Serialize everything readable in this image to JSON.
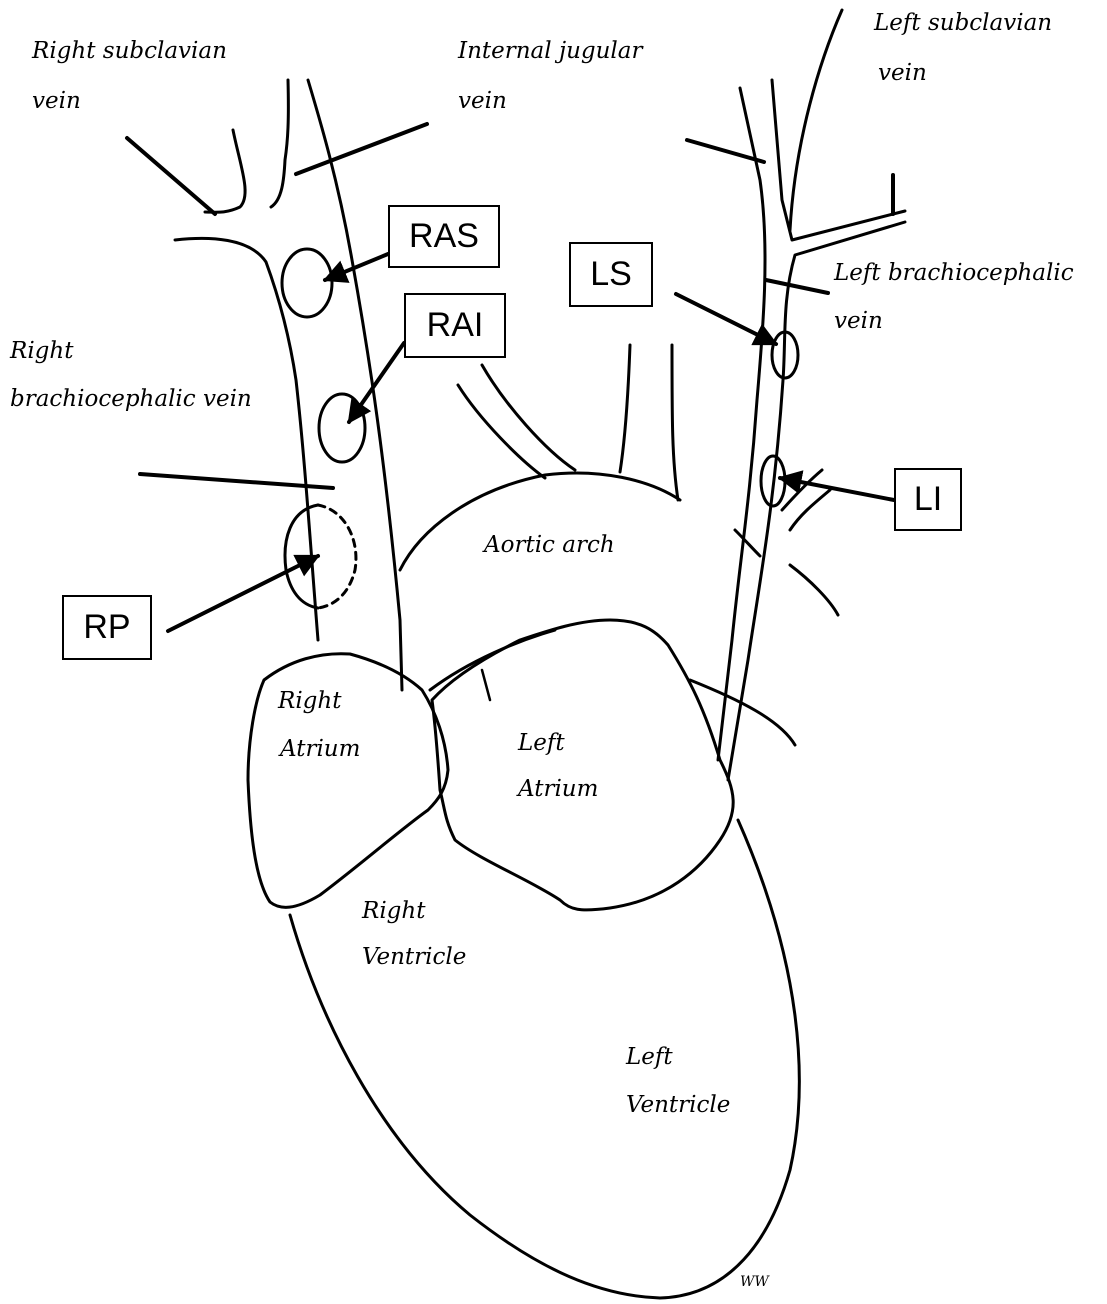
{
  "labels": {
    "right_subclavian_1": "Right subclavian",
    "right_subclavian_2": "vein",
    "internal_jugular_1": "Internal jugular",
    "internal_jugular_2": "vein",
    "left_subclavian_1": "Left subclavian",
    "left_subclavian_2": "vein",
    "left_brachiocephalic_1": "Left brachiocephalic",
    "left_brachiocephalic_2": "vein",
    "right_brachiocephalic_1": "Right",
    "right_brachiocephalic_2": "brachiocephalic vein",
    "aortic_arch": "Aortic arch",
    "right_atrium_1": "Right",
    "right_atrium_2": "Atrium",
    "left_atrium_1": "Left",
    "left_atrium_2": "Atrium",
    "right_ventricle_1": "Right",
    "right_ventricle_2": "Ventricle",
    "left_ventricle_1": "Left",
    "left_ventricle_2": "Ventricle"
  },
  "boxes": {
    "ras": "RAS",
    "rai": "RAI",
    "ls": "LS",
    "li": "LI",
    "rp": "RP"
  },
  "signature": "WW"
}
